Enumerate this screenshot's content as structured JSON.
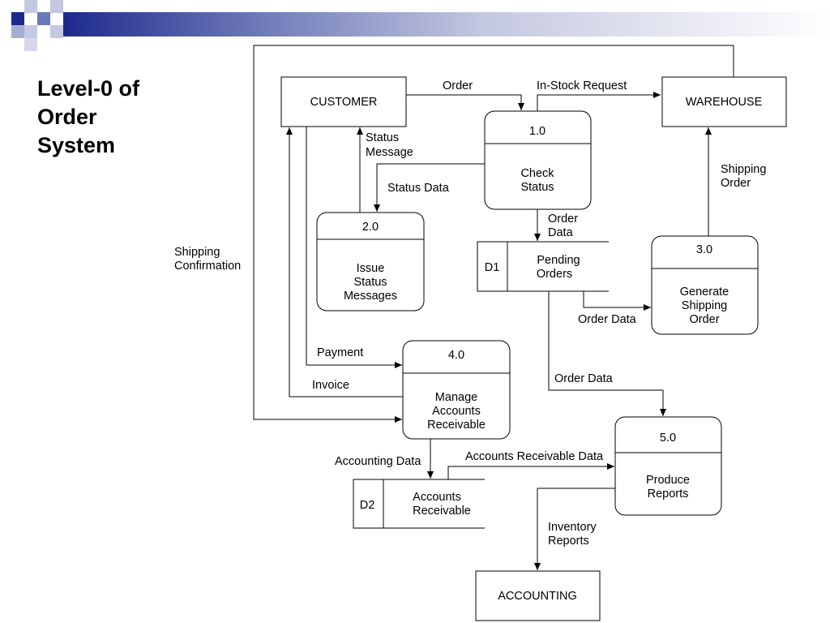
{
  "slide": {
    "title_lines": [
      "Level-0 of",
      "Order",
      "System"
    ]
  },
  "colors": {
    "line": "#000000",
    "deco_dark": "#1e2a8c",
    "deco_mid": "#6d78b8",
    "deco_light": "#c4c8e0"
  },
  "entities": {
    "customer": "CUSTOMER",
    "warehouse": "WAREHOUSE",
    "accounting": "ACCOUNTING"
  },
  "processes": {
    "p1": {
      "id": "1.0",
      "lines": [
        "Check",
        "Status"
      ]
    },
    "p2": {
      "id": "2.0",
      "lines": [
        "Issue",
        "Status",
        "Messages"
      ]
    },
    "p3": {
      "id": "3.0",
      "lines": [
        "Generate",
        "Shipping",
        "Order"
      ]
    },
    "p4": {
      "id": "4.0",
      "lines": [
        "Manage",
        "Accounts",
        "Receivable"
      ]
    },
    "p5": {
      "id": "5.0",
      "lines": [
        "Produce",
        "Reports"
      ]
    }
  },
  "stores": {
    "d1": {
      "id": "D1",
      "lines": [
        "Pending",
        "Orders"
      ]
    },
    "d2": {
      "id": "D2",
      "lines": [
        "Accounts",
        "Receivable"
      ]
    }
  },
  "flows": {
    "order": "Order",
    "in_stock_request": "In-Stock Request",
    "status_message": [
      "Status",
      "Message"
    ],
    "status_data": "Status Data",
    "order_data_1": [
      "Order",
      "Data"
    ],
    "shipping_order": [
      "Shipping",
      "Order"
    ],
    "shipping_confirmation": [
      "Shipping",
      "Confirmation"
    ],
    "order_data_2": "Order Data",
    "payment": "Payment",
    "invoice": "Invoice",
    "order_data_3": "Order Data",
    "accounting_data": "Accounting Data",
    "accounts_receivable_data": "Accounts Receivable Data",
    "inventory_reports": [
      "Inventory",
      "Reports"
    ]
  }
}
